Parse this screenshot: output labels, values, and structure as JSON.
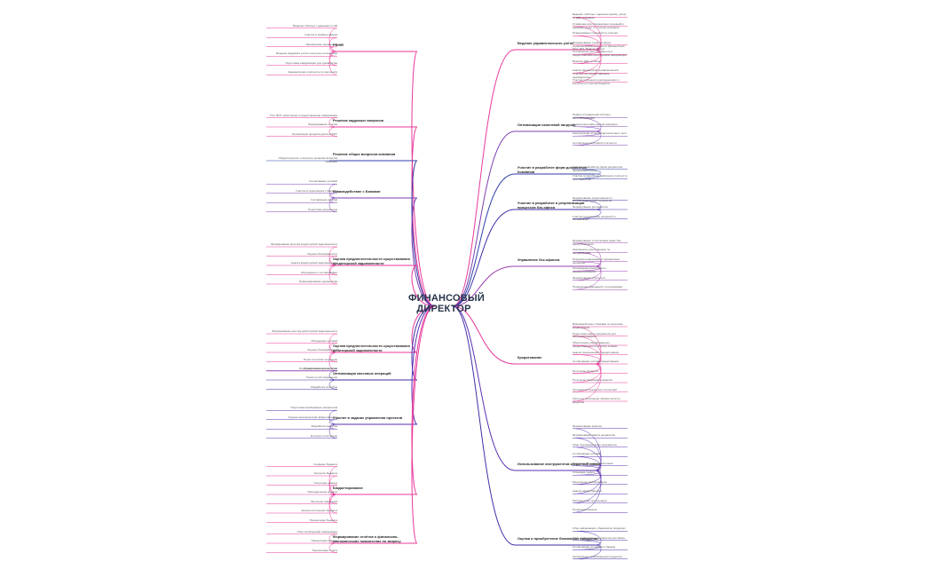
{
  "center": {
    "title": "ФИНАНСОВЫЙ ДИРЕКТОР"
  },
  "branches": {
    "right": [
      {
        "label": "Ведение управленческого учёта",
        "color": "#e8399b",
        "leaves": [
          "Ведение таблицы с данными (месяц, день) по ДДС компании",
          "Отражение всех финансовых операций и движения денег по статьям компании",
          "Планирование операций по статьям",
          "Формирование и анализ форм управленческой отчётности (Баланс/Cash Flow, P&L, Balance Sheet)",
          "Составление реестра оборота и предоставление необходимой информации",
          "Ведение ДДС по кассе",
          "Анализ финансовой управленческой отчётности и предоставление руководителю",
          "Участие в процессе распределения и контроля по статьям бюджета"
        ]
      },
      {
        "label": "Оптимизация налоговой нагрузки",
        "color": "#7b3fb0",
        "leaves": [
          "Подбор оптимальной системы налогообложения",
          "Оценка налоговых рисков компании",
          "Консультации по вопросам налоговых льгот",
          "Составление налоговой отчётности"
        ]
      },
      {
        "label": "Участие в разработке форм документов Компании",
        "color": "#2f3fa8",
        "leaves": [
          "Участие в разработке форм документов финансового учёта",
          "Участие в разработке шаблонов отчётности и регламентов"
        ]
      },
      {
        "label": "Участие в разработке и реорганизации процессов бэк-офиса",
        "color": "#3f2fa8",
        "leaves": [
          "Формирование предложений по оптимизации бизнес-процессов",
          "Формирование регламентов",
          "Участие в реализации решений по оптимизации"
        ]
      },
      {
        "label": "Управление бэк-офисом",
        "color": "#9b3fb0",
        "leaves": [
          "Формирование и постановка задач бэк-офису Компании",
          "Назначение ответственных по направлениям",
          "Передача информации о финансовых процессах",
          "Организация электронного документооборота",
          "Формирование отчётности",
          "Проведение совещаний с сотрудниками"
        ]
      },
      {
        "label": "Кредитование",
        "color": "#e8399b",
        "leaves": [
          "Взаимодействие с банками по вопросам кредитования",
          "Подготовка пакета документов для получения кредита",
          "Обеспечение своевременного предоставления отчётности в банки",
          "Анализ предложений о кредитовании",
          "Согласование условий кредитования",
          "Получение кредитов",
          "Получение банковских гарантий",
          "Организация кредитных отношений",
          "Контроль исполнения обязательств по кредитам"
        ]
      },
      {
        "label": "Использование инструментов кредитной линии",
        "color": "#5a2fb0",
        "leaves": [
          "Формирование запроса",
          "Формирование пакета документов",
          "Сбор подтверждающих документов",
          "Согласование условий",
          "Подключение к кредитной линии",
          "Установка лимита",
          "Мониторинг использования",
          "Анализ эффективности",
          "Рассмотрение пролонгации",
          "Погашение кредита"
        ]
      },
      {
        "label": "Оценка и приобретение банковских продуктов",
        "color": "#3f2fa8",
        "leaves": [
          "Сбор информации о банковских продуктах",
          "Сбор необходимых документов для банка",
          "Согласование договоров с банком",
          "Организация сопровождения продуктов"
        ]
      }
    ],
    "left": [
      {
        "label": "PR/HR",
        "color": "#e8399b",
        "leaves": [
          "Ведение таблицы с данными по HR",
          "Участие в подборе кадров",
          "Оформление документов",
          "Ведение кадрового учёта и контроль исполнения",
          "Подготовка информации для руководства",
          "Ежемесячная отчётность по персоналу"
        ]
      },
      {
        "label": "Решение кадровых вопросов",
        "color": "#e8399b",
        "leaves": [
          "Учёт ФОТ, начисления и предоставление информации",
          "Формирование отчётов",
          "Организация процесса расчёта ФОТ"
        ]
      },
      {
        "label": "Решение общих вопросов компании",
        "color": "#2f3fa8",
        "leaves": [
          "Общий контроль и контроль решения вопросов компании"
        ]
      },
      {
        "label": "Взаимодействие с Банками",
        "color": "#7b3fb0",
        "leaves": [
          "Согласование условий",
          "Участие в переговорах с банками",
          "Составление отчётов",
          "Подготовка документов"
        ]
      },
      {
        "label": "Оценка предпочтительности существования кредиторской задолженности",
        "color": "#e8399b",
        "leaves": [
          "Формирование реестра кредиторской задолженности",
          "Оценка обоснованности",
          "Анализ кредиторской задолженности",
          "Обсуждение с поставщиками",
          "Информирование руководства"
        ]
      },
      {
        "label": "Оценка предпочтительности существования дебиторской задолженности",
        "color": "#e8399b",
        "leaves": [
          "Формирование реестра дебиторской задолженности",
          "Обсуждение условий",
          "Оценка обоснованности",
          "Поиск способов погашения",
          "Информирование руководства"
        ]
      },
      {
        "label": "Оптимизация кассовых операций",
        "color": "#3f2fa8",
        "leaves": [
          "Оценка кассовых остатков",
          "Поиск путей сокращения",
          "Разработка способов"
        ]
      },
      {
        "label": "Участие в задачах управления проектов",
        "color": "#5a2fb0",
        "leaves": [
          "Подготовка необходимых документов",
          "Оценка экономической эффективности",
          "Разработка проектов",
          "Контроль исполнения"
        ]
      },
      {
        "label": "Бюджетирование",
        "color": "#e8399b",
        "leaves": [
          "Создание бюджета",
          "Контроль бюджета",
          "Получение данных",
          "Распределение средств",
          "Внесение изменений",
          "Анализ исполнения бюджета",
          "Презентация бюджета"
        ]
      },
      {
        "label": "Формирование отчётов о финансово-экономических показателях по запросу",
        "color": "#e8399b",
        "leaves": [
          "Сбор необходимой информации",
          "Презентация данных",
          "Презентация отчёта"
        ]
      }
    ]
  }
}
